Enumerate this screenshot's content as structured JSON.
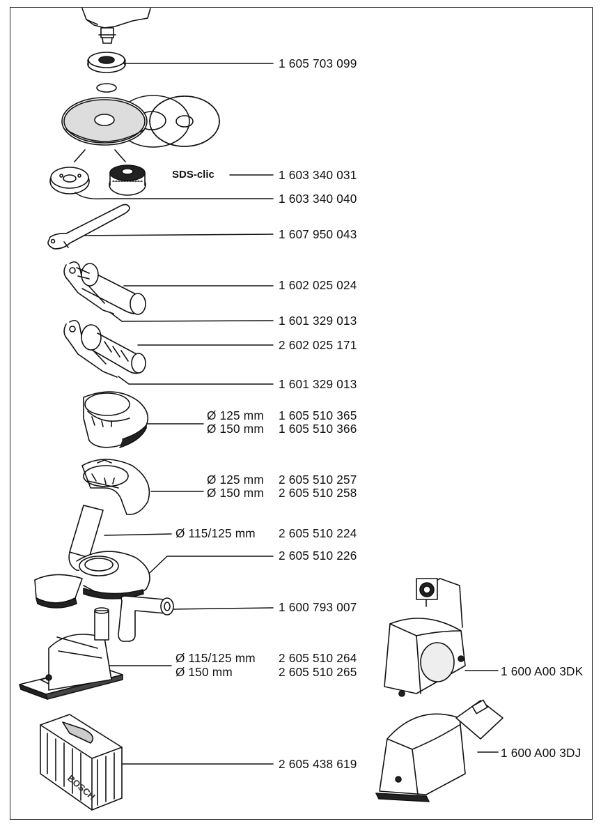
{
  "parts": [
    {
      "pn": "1 605 703 099"
    },
    {
      "pn": "1 603 340 031",
      "badge": "SDS-clic"
    },
    {
      "pn": "1 603 340 040"
    },
    {
      "pn": "1 607 950 043"
    },
    {
      "pn": "1 602 025 024"
    },
    {
      "pn": "1 601 329 013"
    },
    {
      "pn": "2 602 025 171"
    },
    {
      "pn": "1 601 329 013"
    },
    {
      "rows": [
        {
          "size": "Ø 125 mm",
          "pn": "1 605 510 365"
        },
        {
          "size": "Ø 150 mm",
          "pn": "1 605 510 366"
        }
      ]
    },
    {
      "rows": [
        {
          "size": "Ø 125 mm",
          "pn": "2 605 510 257"
        },
        {
          "size": "Ø 150 mm",
          "pn": "2 605 510 258"
        }
      ]
    },
    {
      "rows": [
        {
          "size": "Ø 115/125 mm",
          "pn": "2 605 510 224"
        }
      ]
    },
    {
      "pn": "2 605 510 226"
    },
    {
      "pn": "1 600 793 007"
    },
    {
      "rows": [
        {
          "size": "Ø 115/125 mm",
          "pn": "2 605 510 264"
        },
        {
          "size": "Ø 150 mm",
          "pn": "2 605 510 265"
        }
      ]
    },
    {
      "pn": "2 605 438 619"
    },
    {
      "pn": "1 600 A00 3DK"
    },
    {
      "pn": "1 600 A00 3DJ"
    }
  ],
  "case_logo": "BOSCH"
}
